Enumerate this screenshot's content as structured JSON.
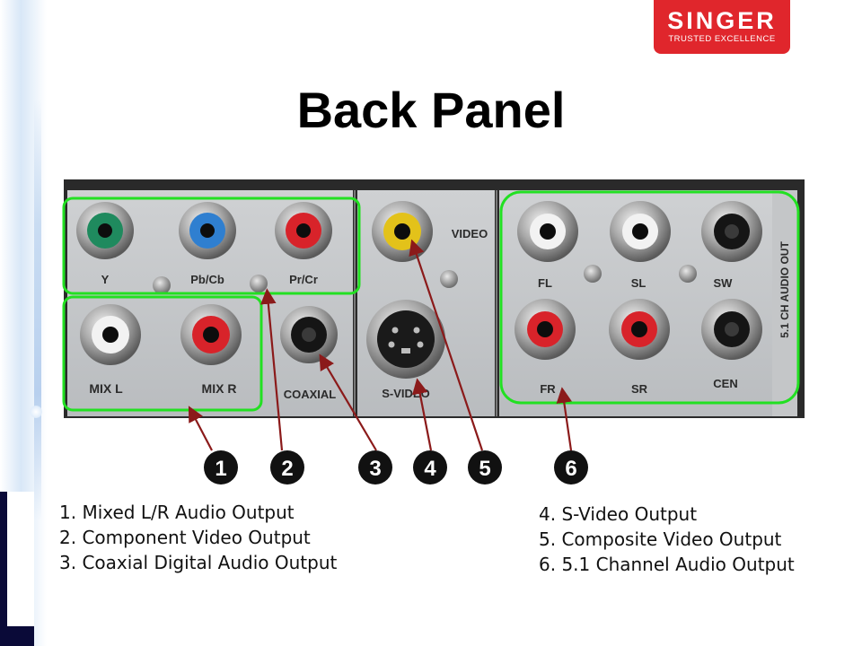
{
  "slide": {
    "title": "Back Panel",
    "logo": {
      "word": "SINGER",
      "tagline": "TRUSTED EXCELLENCE"
    }
  },
  "panel": {
    "sections": {
      "component_video": [
        "Y",
        "Pb/Cb",
        "Pr/Cr"
      ],
      "mixed_audio": [
        "MIX L",
        "MIX R"
      ],
      "coaxial": "COAXIAL",
      "video": "VIDEO",
      "s_video": "S-VIDEO",
      "audio_51": [
        "FL",
        "SL",
        "SW",
        "FR",
        "SR",
        "CEN"
      ],
      "audio_51_side": "5.1 CH AUDIO OUT"
    },
    "jack_colors": {
      "green": "#1f8a5e",
      "blue": "#2f7fd0",
      "red": "#d8232a",
      "white": "#f2f2f2",
      "yellow": "#e3c21a",
      "black": "#151515"
    },
    "callouts": [
      "1",
      "2",
      "3",
      "4",
      "5",
      "6"
    ]
  },
  "legend": {
    "left": [
      "1. Mixed L/R Audio Output",
      "2. Component Video Output",
      "3. Coaxial Digital Audio Output"
    ],
    "right": [
      "4. S-Video Output",
      "5. Composite Video Output",
      "6. 5.1 Channel Audio Output"
    ]
  }
}
